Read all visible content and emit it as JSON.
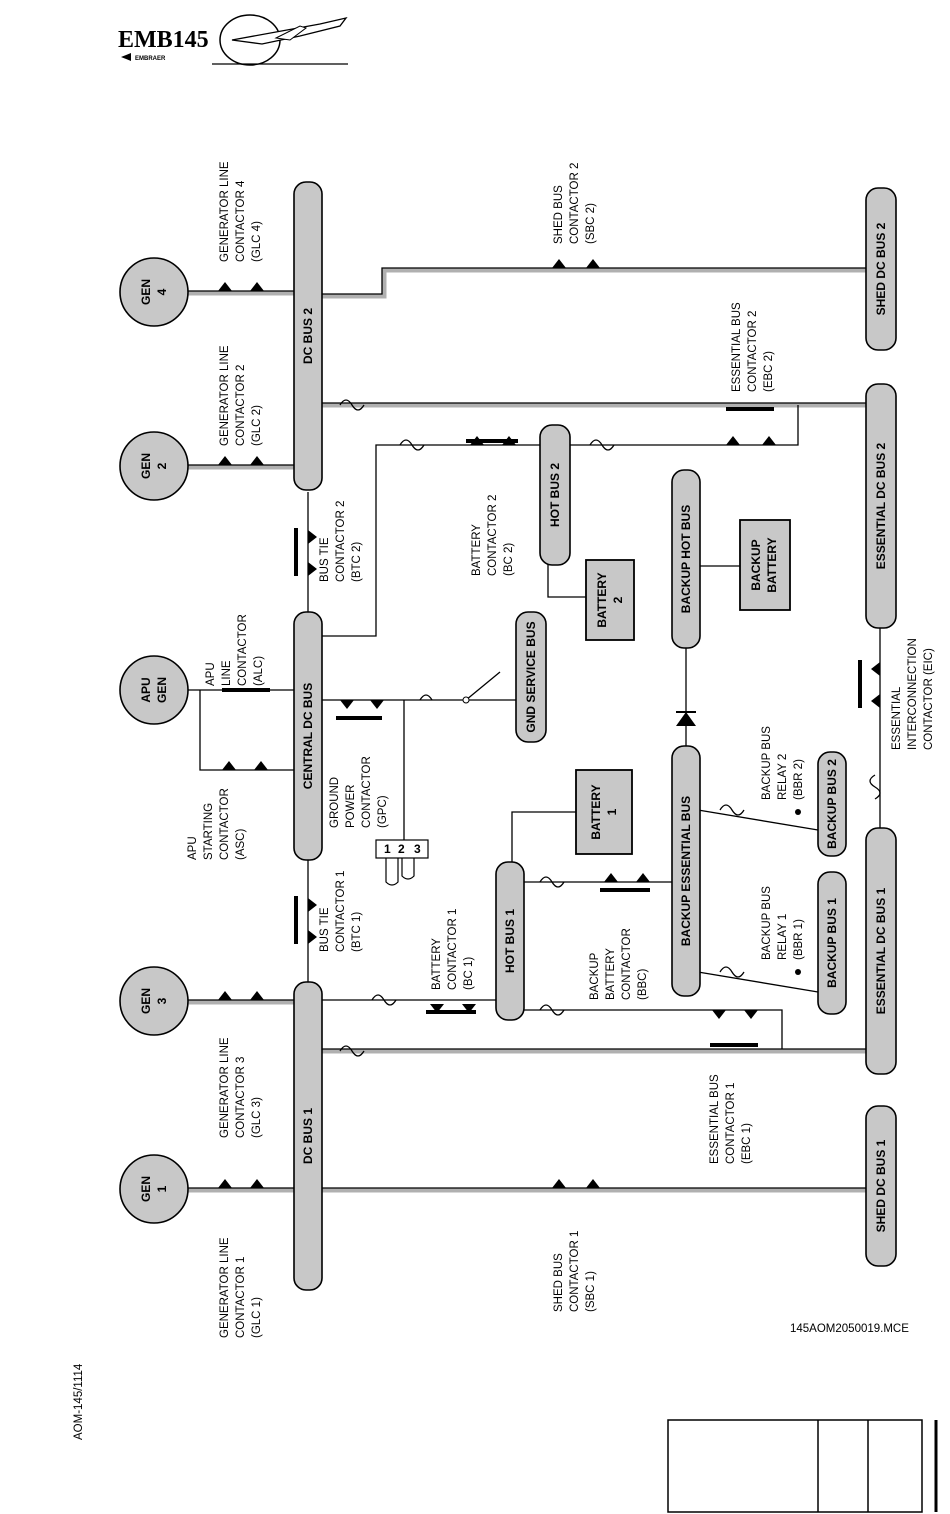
{
  "header": {
    "logo_model": "EMB145",
    "logo_maker": "EMBRAER"
  },
  "doc_ref": "AOM-145/1114",
  "figure_code": "145AOM2050019.MCE",
  "buses": {
    "dc_bus_1": "DC BUS 1",
    "dc_bus_2": "DC BUS 2",
    "central_dc_bus": "CENTRAL DC BUS",
    "hot_bus_1": "HOT BUS 1",
    "hot_bus_2": "HOT BUS 2",
    "backup_essential_bus": "BACKUP ESSENTIAL BUS",
    "backup_hot_bus": "BACKUP HOT BUS",
    "gnd_service_bus": "GND SERVICE BUS",
    "backup_bus_1": "BACKUP BUS 1",
    "backup_bus_2": "BACKUP BUS 2",
    "essential_dc_bus_1": "ESSENTIAL DC BUS 1",
    "essential_dc_bus_2": "ESSENTIAL DC BUS 2",
    "shed_dc_bus_1": "SHED DC BUS 1",
    "shed_dc_bus_2": "SHED DC BUS 2"
  },
  "sources": {
    "gen1": [
      "GEN",
      "1"
    ],
    "gen2": [
      "GEN",
      "2"
    ],
    "gen3": [
      "GEN",
      "3"
    ],
    "gen4": [
      "GEN",
      "4"
    ],
    "apu_gen": [
      "APU",
      "GEN"
    ],
    "battery_1": [
      "BATTERY",
      "1"
    ],
    "battery_2": [
      "BATTERY",
      "2"
    ],
    "backup_battery": [
      "BACKUP",
      "BATTERY"
    ]
  },
  "contactors": {
    "glc1": [
      "GENERATOR LINE",
      "CONTACTOR 1",
      "(GLC 1)"
    ],
    "glc2": [
      "GENERATOR LINE",
      "CONTACTOR 2",
      "(GLC 2)"
    ],
    "glc3": [
      "GENERATOR LINE",
      "CONTACTOR 3",
      "(GLC 3)"
    ],
    "glc4": [
      "GENERATOR LINE",
      "CONTACTOR 4",
      "(GLC 4)"
    ],
    "sbc1": [
      "SHED BUS",
      "CONTACTOR 1",
      "(SBC 1)"
    ],
    "sbc2": [
      "SHED BUS",
      "CONTACTOR 2",
      "(SBC 2)"
    ],
    "ebc1": [
      "ESSENTIAL BUS",
      "CONTACTOR 1",
      "(EBC 1)"
    ],
    "ebc2": [
      "ESSENTIAL BUS",
      "CONTACTOR 2",
      "(EBC 2)"
    ],
    "btc1": [
      "BUS TIE",
      "CONTACTOR 1",
      "(BTC 1)"
    ],
    "btc2": [
      "BUS TIE",
      "CONTACTOR 2",
      "(BTC 2)"
    ],
    "bc1": [
      "BATTERY",
      "CONTACTOR 1",
      "(BC 1)"
    ],
    "bc2": [
      "BATTERY",
      "CONTACTOR 2",
      "(BC 2)"
    ],
    "alc": [
      "APU",
      "LINE",
      "CONTACTOR",
      "(ALC)"
    ],
    "asc": [
      "APU",
      "STARTING",
      "CONTACTOR",
      "(ASC)"
    ],
    "gpc": [
      "GROUND",
      "POWER",
      "CONTACTOR",
      "(GPC)"
    ],
    "bbc": [
      "BACKUP",
      "BATTERY",
      "CONTACTOR",
      "(BBC)"
    ],
    "bbr1": [
      "BACKUP BUS",
      "RELAY 1",
      "(BBR 1)"
    ],
    "bbr2": [
      "BACKUP BUS",
      "RELAY 2",
      "(BBR 2)"
    ],
    "eic": [
      "ESSENTIAL",
      "INTERCONNECTION",
      "CONTACTOR (EIC)"
    ]
  },
  "gpu_pins": [
    "1",
    "2",
    "3"
  ],
  "bottom_table": {
    "cells": [
      "",
      "",
      ""
    ]
  }
}
